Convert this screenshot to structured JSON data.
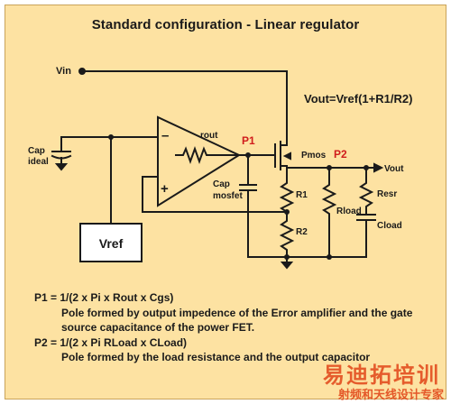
{
  "title": "Standard configuration - Linear regulator",
  "labels": {
    "vin": "Vin",
    "vout_eq": "Vout=Vref(1+R1/R2)",
    "cap_ideal_1": "Cap",
    "cap_ideal_2": "ideal",
    "minus": "–",
    "plus": "+",
    "rout": "rout",
    "p1": "P1",
    "p2": "P2",
    "pmos": "Pmos",
    "vout": "Vout",
    "cap_mosfet_1": "Cap",
    "cap_mosfet_2": "mosfet",
    "r1": "R1",
    "r2": "R2",
    "rload": "Rload",
    "resr": "Resr",
    "cload": "Cload",
    "vref": "Vref"
  },
  "notes": {
    "p1_formula": "P1 = 1/(2 x Pi x Rout x Cgs)",
    "p1_desc": "Pole formed by output impedence of the Error amplifier and the gate source capacitance of the power FET.",
    "p2_formula": "P2 = 1/(2 x Pi RLoad x CLoad)",
    "p2_desc": "Pole formed by the load resistance and the output capacitor"
  },
  "watermark": {
    "line1": "易迪拓培训",
    "line2": "射频和天线设计专家"
  },
  "colors": {
    "panel": "#fde2a2",
    "wire": "#1a1a1a",
    "accent_red": "#d01c1c",
    "watermark": "#e24a1c"
  }
}
